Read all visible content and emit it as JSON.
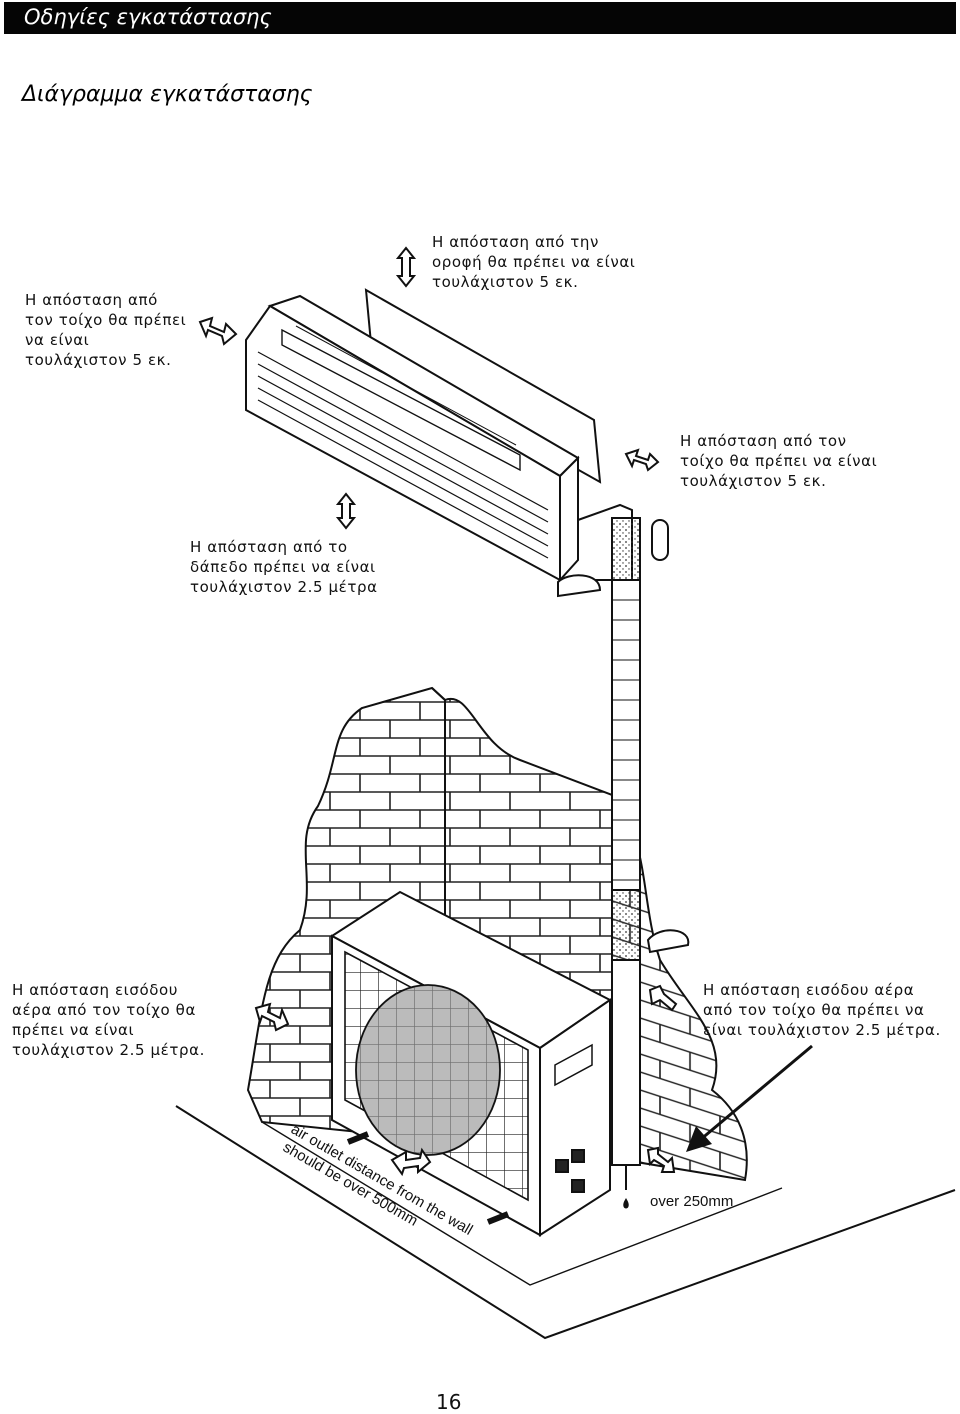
{
  "header": {
    "title": "Οδηγίες εγκατάστασης"
  },
  "section": {
    "title": "Διάγραμμα εγκατάστασης"
  },
  "notes": {
    "ceiling": [
      "Η απόσταση από την",
      "οροφή θα πρέπει να είναι",
      "τουλάχιστον 5 εκ."
    ],
    "left_wall": [
      "Η απόσταση από",
      "τον τοίχο θα πρέπει",
      "να είναι",
      "τουλάχιστον 5 εκ."
    ],
    "right_wall": [
      "Η απόσταση από τον",
      "τοίχο θα πρέπει να είναι",
      "τουλάχιστον 5 εκ."
    ],
    "floor": [
      "Η απόσταση από το",
      "δάπεδο πρέπει να είναι",
      "τουλάχιστον 2.5 μέτρα"
    ],
    "inlet_left": [
      "Η απόσταση εισόδου",
      "αέρα από τον τοίχο θα",
      "πρέπει να είναι",
      "τουλάχιστον 2.5 μέτρα."
    ],
    "inlet_right": [
      "Η απόσταση εισόδου  αέρα",
      "από τον τοίχο θα πρέπει να",
      "είναι τουλάχιστον 2.5 μέτρα."
    ]
  },
  "floor_labels": {
    "outlet_line1": "air outlet distance from the wall",
    "outlet_line2": "should be over 500mm",
    "clearance": "over 250mm"
  },
  "page": {
    "number": "16"
  }
}
